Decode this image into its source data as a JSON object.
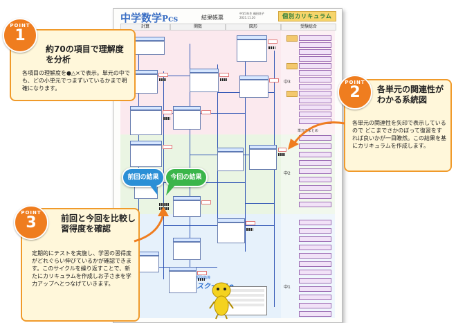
{
  "sheet": {
    "title_main": "中学数学",
    "title_pcs": "Pcs",
    "subtitle": "結果帳票",
    "meta_line1": "中学3年生 福田花子",
    "meta_line2": "2021.11.20",
    "brand": "個別カリキュラム",
    "columns": [
      "計算",
      "関数",
      "図形",
      "受験総合"
    ],
    "grades": [
      "中3",
      "中2",
      "中1"
    ],
    "unit_summary_label": "単元のまとめ",
    "logo": "スクール1e",
    "logo_sub": "個別指導"
  },
  "callouts": [
    {
      "point_label": "POINT",
      "number": "1",
      "title": "約70の項目で理解度を分析",
      "body": "各項目の理解度を●△×で表示。単元の中でも、どの小単元でつまずいているかまで明確になります。"
    },
    {
      "point_label": "POINT",
      "number": "2",
      "title": "各単元の関連性がわかる系統図",
      "body": "各単元の関連性を矢印で表示しているので どこまでさかのぼって復習をすれば良いかが一目瞭然。この結果を基にカリキュラムを作成します。"
    },
    {
      "point_label": "POINT",
      "number": "3",
      "title": "前回と今回を比較し習得度を確認",
      "body": "定期的にテストを実施し、学習の習得度がどれぐらい伸びているかが確認できます。このサイクルを繰り返すことで、新たにカリキュラムを作成しお子さまを学力アップへとつなげていきます。"
    }
  ],
  "bubbles": {
    "previous": "前回の結果",
    "current": "今回の結果"
  },
  "colors": {
    "accent_orange": "#ef7d1f",
    "callout_bg": "#fff7da",
    "bubble_previous": "#2b8fd6",
    "bubble_current": "#3bb54a",
    "line_blue": "#2f55b5"
  }
}
